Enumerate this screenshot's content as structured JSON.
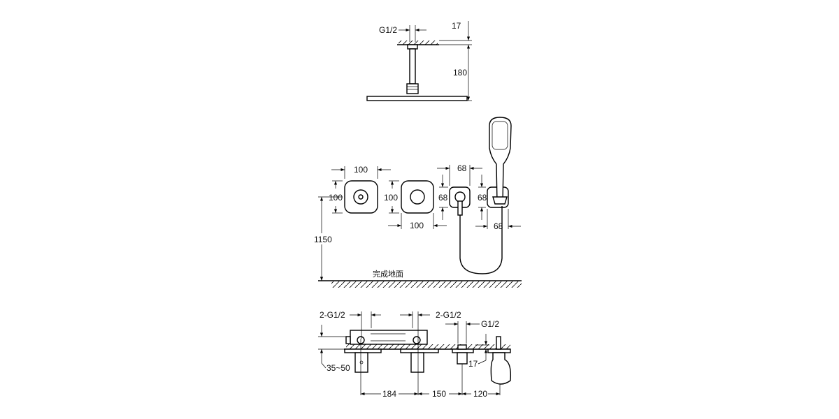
{
  "ceiling_shower": {
    "pipe_thread": "G1/2",
    "plate_height": "17",
    "arm_length": "180"
  },
  "wall_panel": {
    "plate1_width": "100",
    "plate1_height": "100",
    "plate2_height": "100",
    "plate_spacing": "100",
    "small_plate_width": "68",
    "small_plate_height": "68",
    "holder_height": "68",
    "holder_width": "68",
    "mount_height": "1150",
    "floor_label": "完成地面"
  },
  "deck_section": {
    "thread1": "2-G1/2",
    "thread2": "2-G1/2",
    "thread3": "G1/2",
    "deck_thickness": "35~50",
    "flange_height": "17",
    "spacing1": "184",
    "spacing2": "150",
    "spacing3": "120"
  }
}
